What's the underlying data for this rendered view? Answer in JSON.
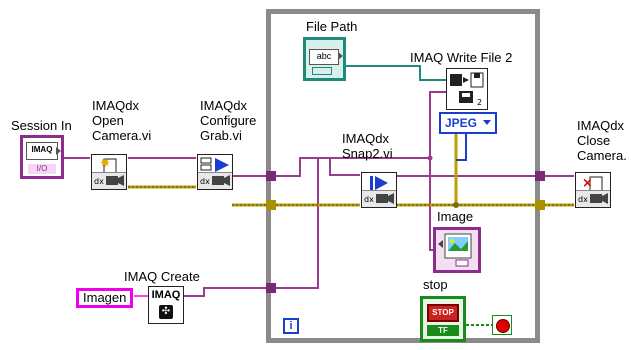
{
  "labels": {
    "session_in": "Session In",
    "open_camera": "IMAQdx\nOpen\nCamera.vi",
    "configure_grab": "IMAQdx\nConfigure\nGrab.vi",
    "snap2": "IMAQdx\nSnap2.vi",
    "close_camera": "IMAQdx\nClose\nCamera.",
    "file_path": "File Path",
    "write_file": "IMAQ Write File 2",
    "image": "Image",
    "imaq_create": "IMAQ Create",
    "stop": "stop"
  },
  "constants": {
    "imagen": "Imagen",
    "jpeg": "JPEG",
    "iteration": "i",
    "session_terminal": "IMAQ",
    "session_sub": "I/O",
    "imaq_box": "IMAQ",
    "stop_button": "STOP",
    "tf": "TF",
    "abc": "abc",
    "write_count": "2"
  },
  "colors": {
    "purple_wire": "#9b3b8e",
    "error_wire": "#c8b400",
    "string_wire": "#ff44dd",
    "path_wire": "#1f8a7a",
    "bool_wire": "#1a8a1a",
    "loop_border": "#8a8a8a"
  }
}
